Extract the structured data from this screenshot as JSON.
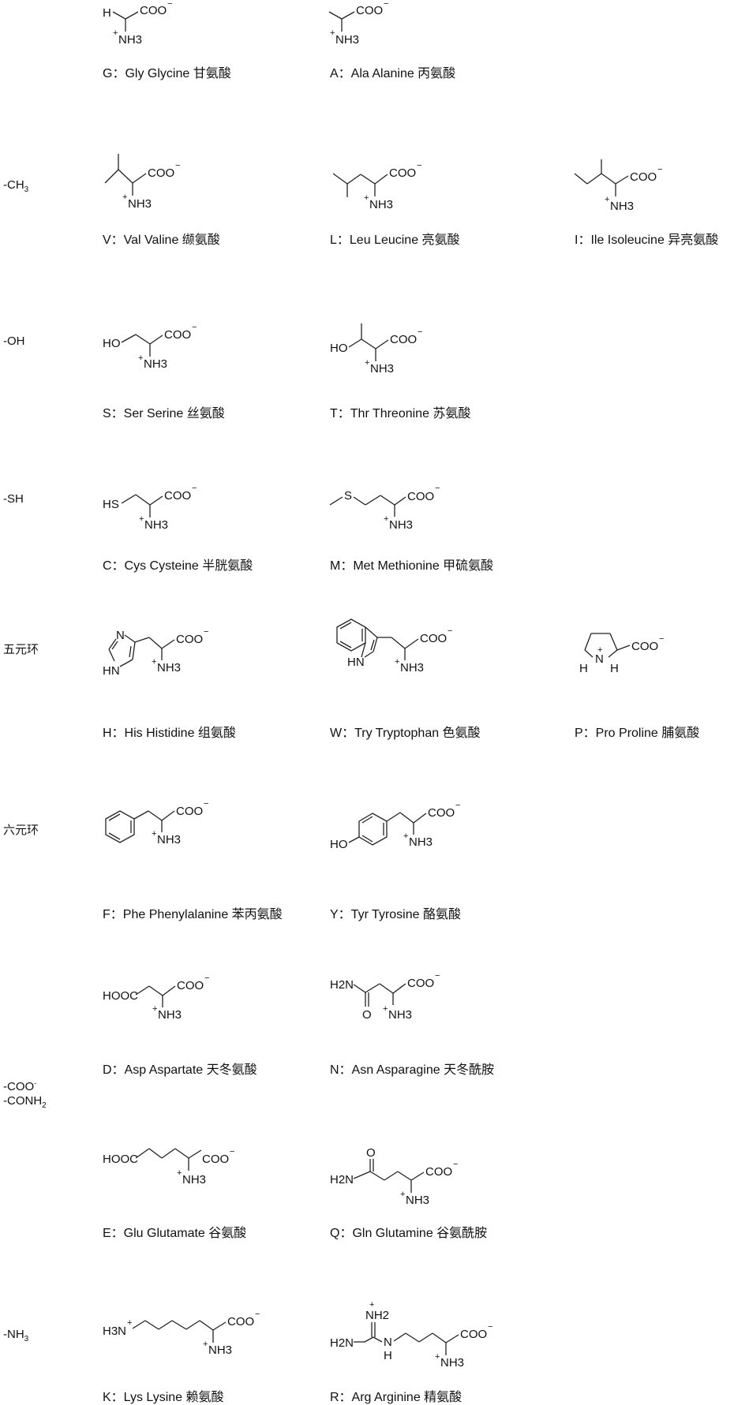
{
  "groups": {
    "methyl": "-CH3",
    "hydroxyl": "-OH",
    "thiol": "-SH",
    "five_ring": "五元环",
    "six_ring": "六元环",
    "carboxyl_line1": "-COO-",
    "carboxyl_line2": "-CONH2",
    "amino": "-NH3"
  },
  "amino_acids": [
    {
      "key": "G",
      "caption": "G：Gly Glycine 甘氨酸"
    },
    {
      "key": "A",
      "caption": "A：Ala Alanine 丙氨酸"
    },
    {
      "key": "V",
      "caption": "V：Val Valine 缬氨酸"
    },
    {
      "key": "L",
      "caption": "L：Leu Leucine 亮氨酸"
    },
    {
      "key": "I",
      "caption": "I：Ile Isoleucine 异亮氨酸"
    },
    {
      "key": "S",
      "caption": "S：Ser Serine 丝氨酸"
    },
    {
      "key": "T",
      "caption": "T：Thr Threonine 苏氨酸"
    },
    {
      "key": "C",
      "caption": "C：Cys Cysteine 半胱氨酸"
    },
    {
      "key": "M",
      "caption": "M：Met Methionine 甲硫氨酸"
    },
    {
      "key": "H",
      "caption": "H：His Histidine 组氨酸"
    },
    {
      "key": "W",
      "caption": "W：Try Tryptophan 色氨酸"
    },
    {
      "key": "P",
      "caption": "P：Pro Proline 脯氨酸"
    },
    {
      "key": "F",
      "caption": "F：Phe Phenylalanine 苯丙氨酸"
    },
    {
      "key": "Y",
      "caption": "Y：Tyr Tyrosine 酪氨酸"
    },
    {
      "key": "D",
      "caption": "D：Asp Aspartate 天冬氨酸"
    },
    {
      "key": "N",
      "caption": "N：Asn Asparagine 天冬酰胺"
    },
    {
      "key": "E",
      "caption": "E：Glu Glutamate 谷氨酸"
    },
    {
      "key": "Q",
      "caption": "Q：Gln Glutamine 谷氨酰胺"
    },
    {
      "key": "K",
      "caption": "K：Lys Lysine 赖氨酸"
    },
    {
      "key": "R",
      "caption": "R：Arg Arginine 精氨酸"
    }
  ],
  "atoms": {
    "coo": "COO",
    "nh3": "NH3",
    "minus": "−",
    "plus": "+",
    "h": "H",
    "ho": "HO",
    "hs": "HS",
    "s": "S",
    "hn": "HN",
    "n": "N",
    "hooc": "HOOC",
    "h2n": "H2N",
    "o": "O",
    "h3n": "H3N",
    "nh2": "NH2"
  }
}
